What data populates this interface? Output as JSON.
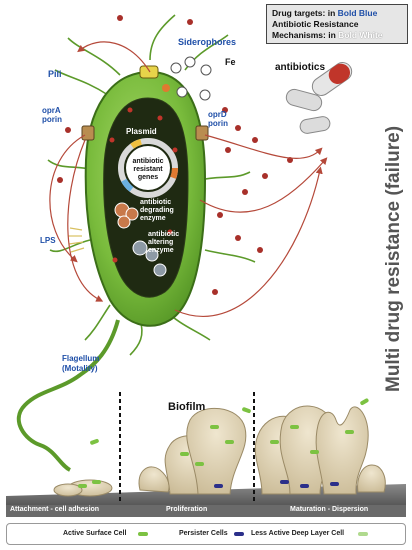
{
  "legend": {
    "drug_targets_prefix": "Drug targets: in ",
    "drug_targets_style": "Bold Blue",
    "mechanisms_line1": "Antibiotic Resistance",
    "mechanisms_prefix": "Mechanisms: in ",
    "mechanisms_style": "Bold White"
  },
  "labels": {
    "pili": "Pili",
    "siderophores": "Siderophores",
    "fe": "Fe",
    "antibiotics": "antibiotics",
    "oprA_1": "oprA",
    "oprA_2": "porin",
    "oprD_1": "oprD",
    "oprD_2": "porin",
    "plasmid": "Plasmid",
    "genes_1": "antibiotic",
    "genes_2": "resistant",
    "genes_3": "genes",
    "degrading_1": "antibiotic",
    "degrading_2": "degrading",
    "degrading_3": "enzyme",
    "altering_1": "antibiotic",
    "altering_2": "altering",
    "altering_3": "enzyme",
    "lps": "LPS",
    "flagellum_1": "Flagellum",
    "flagellum_2": "(Motality)",
    "biofilm": "Biofilm",
    "mdr": "Multi drug resistance (failure)"
  },
  "stages": {
    "attachment": "Attachment - cell adhesion",
    "proliferation": "Proliferation",
    "maturation": "Maturation - Dispersion"
  },
  "cell_legend": {
    "active": "Active Surface Cell",
    "persister": "Persister Cells",
    "deep": "Less Active Deep Layer Cell"
  },
  "colors": {
    "target_blue": "#1f4fa8",
    "cell_green": "#7cc242",
    "cell_dark": "#1f2a12",
    "arrow_red": "#b5493a",
    "matrix": "#d8ccb0"
  }
}
